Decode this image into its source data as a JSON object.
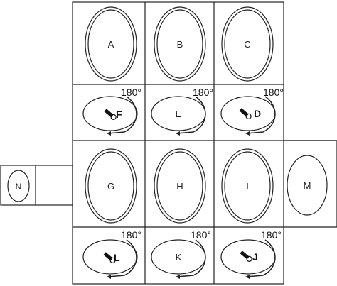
{
  "diagram": {
    "top_cells": [
      {
        "id": "A",
        "label": "A"
      },
      {
        "id": "B",
        "label": "B"
      },
      {
        "id": "C",
        "label": "C"
      }
    ],
    "rotated_cells_1": [
      {
        "id": "F",
        "label": "F",
        "angle": "180°",
        "has_icon": true
      },
      {
        "id": "E",
        "label": "E",
        "angle": "180°",
        "has_icon": false
      },
      {
        "id": "D",
        "label": "D",
        "angle": "180°",
        "has_icon": true
      }
    ],
    "middle_cells": [
      {
        "id": "G",
        "label": "G"
      },
      {
        "id": "H",
        "label": "H"
      },
      {
        "id": "I",
        "label": "I"
      }
    ],
    "side_right": {
      "id": "M",
      "label": "M"
    },
    "side_left": {
      "id": "N",
      "label": "N"
    },
    "rotated_cells_2": [
      {
        "id": "L",
        "label": "L",
        "angle": "180°",
        "has_icon": true
      },
      {
        "id": "K",
        "label": "K",
        "angle": "180°",
        "has_icon": false
      },
      {
        "id": "J",
        "label": "J",
        "angle": "180°",
        "has_icon": true
      }
    ]
  }
}
